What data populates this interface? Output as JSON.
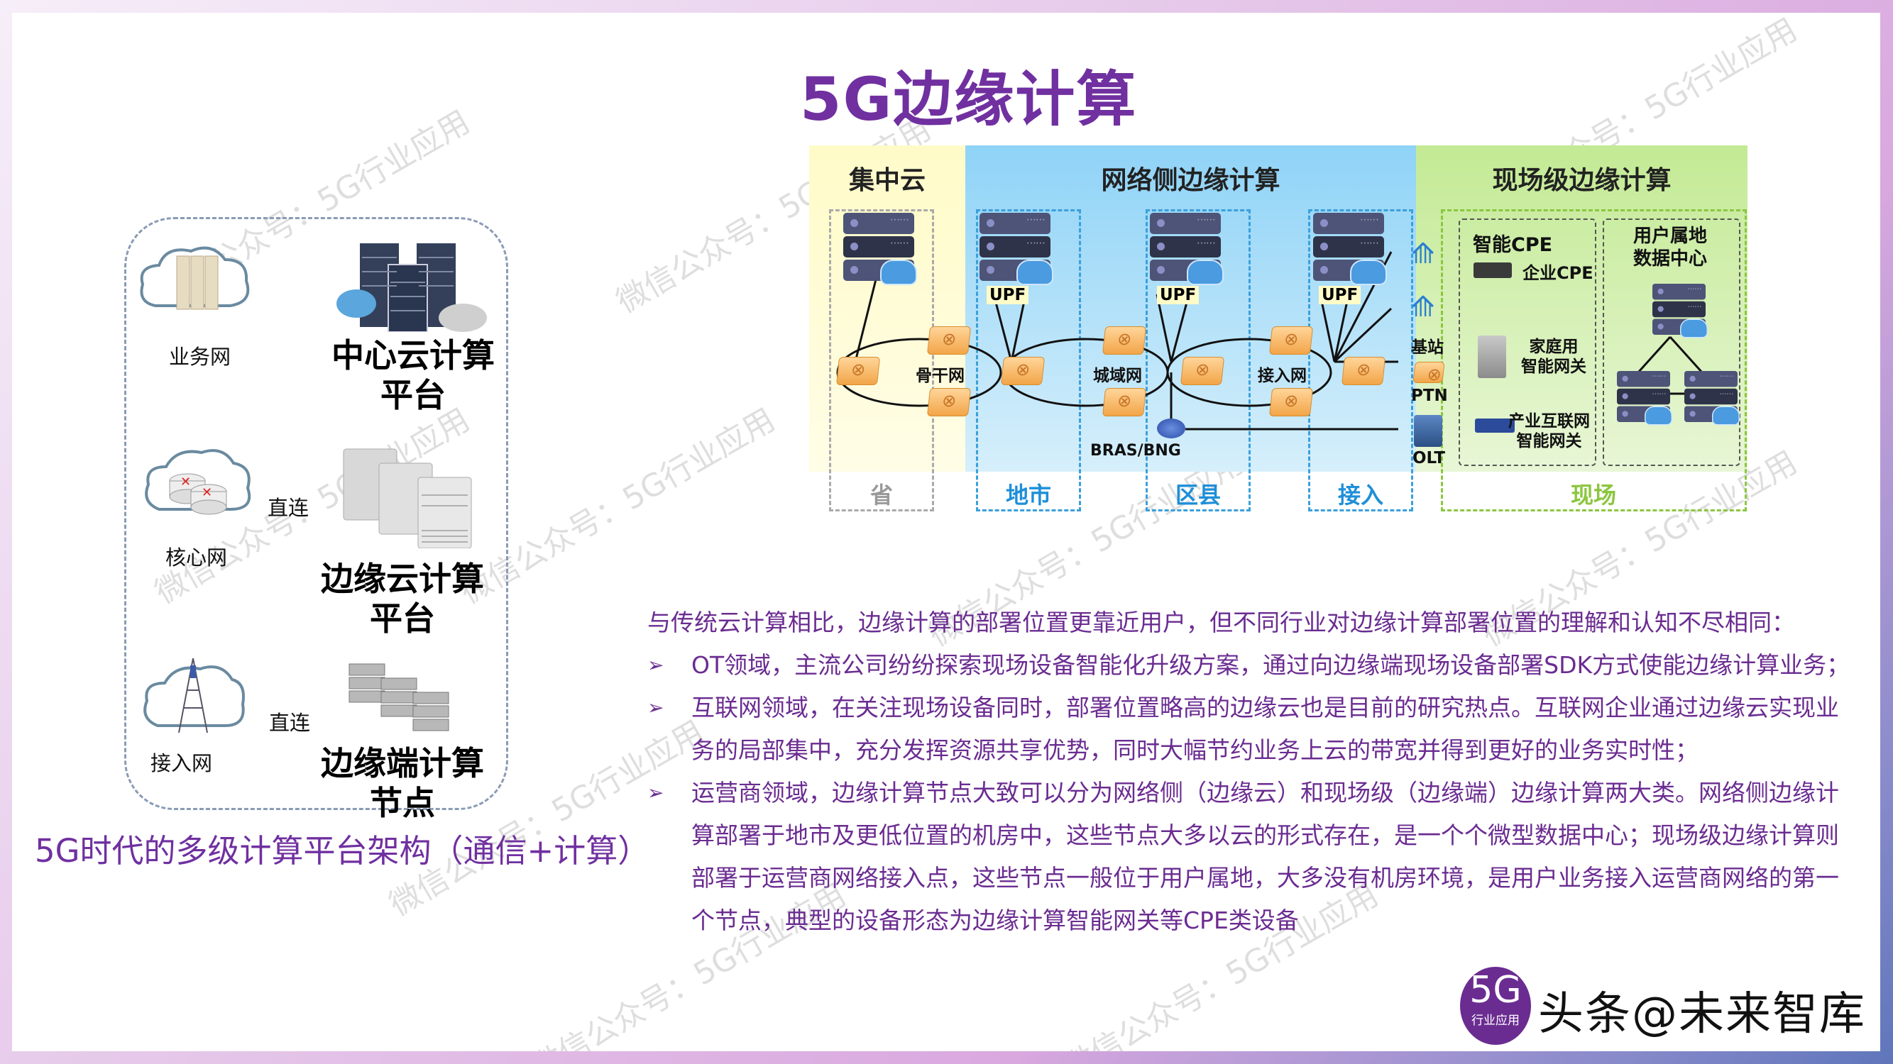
{
  "title": "5G边缘计算",
  "left_panel": {
    "rows": [
      {
        "network_label": "业务网",
        "platform_label_line1": "中心云计算",
        "platform_label_line2": "平台",
        "connector": ""
      },
      {
        "network_label": "核心网",
        "platform_label_line1": "边缘云计算",
        "platform_label_line2": "平台",
        "connector": "直连"
      },
      {
        "network_label": "接入网",
        "platform_label_line1": "边缘端计算",
        "platform_label_line2": "节点",
        "connector": "直连"
      }
    ],
    "caption": "5G时代的多级计算平台架构（通信+计算）"
  },
  "diagram": {
    "bands": [
      {
        "title": "集中云",
        "color": "#fffbc8"
      },
      {
        "title": "网络侧边缘计算",
        "color": "#8fd3f7"
      },
      {
        "title": "现场级边缘计算",
        "color": "#c3ea94"
      }
    ],
    "columns": [
      {
        "label": "省",
        "color": "#999999"
      },
      {
        "label": "地市",
        "color": "#1e8fd8"
      },
      {
        "label": "区县",
        "color": "#1e8fd8"
      },
      {
        "label": "接入",
        "color": "#1e8fd8"
      },
      {
        "label": "现场",
        "color": "#8cc63f"
      }
    ],
    "upf_label": "UPF",
    "networks": [
      "骨干网",
      "城域网",
      "接入网"
    ],
    "access_devices": [
      "基站",
      "PTN",
      "OLT"
    ],
    "bras_label": "BRAS/BNG",
    "smart_cpe": {
      "title": "智能CPE",
      "items": [
        "企业CPE",
        "家庭用\n智能网关",
        "产业互联网\n智能网关"
      ],
      "item_lines": [
        [
          "企业CPE"
        ],
        [
          "家庭用",
          "智能网关"
        ],
        [
          "产业互联网",
          "智能网关"
        ]
      ]
    },
    "user_dc": {
      "title_line1": "用户属地",
      "title_line2": "数据中心"
    }
  },
  "text": {
    "intro": "与传统云计算相比，边缘计算的部署位置更靠近用户，但不同行业对边缘计算部署位置的理解和认知不尽相同：",
    "bullet_symbol": "➢",
    "bullets": [
      {
        "lines": [
          "OT领域，主流公司纷纷探索现场设备智能化升级方案，通过向边缘端现场设备部署SDK方式使能边缘计算业务；"
        ]
      },
      {
        "lines": [
          "互联网领域，在关注现场设备同时，部署位置略高的边缘云也是目前的研究热点。互联网企业通过边缘云实现业",
          "务的局部集中，充分发挥资源共享优势，同时大幅节约业务上云的带宽并得到更好的业务实时性；"
        ]
      },
      {
        "lines": [
          "运营商领域，边缘计算节点大致可以分为网络侧（边缘云）和现场级（边缘端）边缘计算两大类。网络侧边缘计",
          "算部署于地市及更低位置的机房中，这些节点大多以云的形式存在，是一个个微型数据中心；现场级边缘计算则",
          "部署于运营商网络接入点，这些节点一般位于用户属地，大多没有机房环境，是用户业务接入运营商网络的第一",
          "个节点，典型的设备形态为边缘计算智能网关等CPE类设备"
        ]
      }
    ]
  },
  "watermark": "微信公众号：5G行业应用",
  "logo": {
    "circle_top": "5G",
    "circle_bottom": "行业应用",
    "text": "头条@未来智库"
  },
  "colors": {
    "accent_purple": "#7030a0",
    "text_purple": "#6b2c91",
    "frame_pink": "#d9a8df",
    "frame_blue": "#5f76bb"
  }
}
